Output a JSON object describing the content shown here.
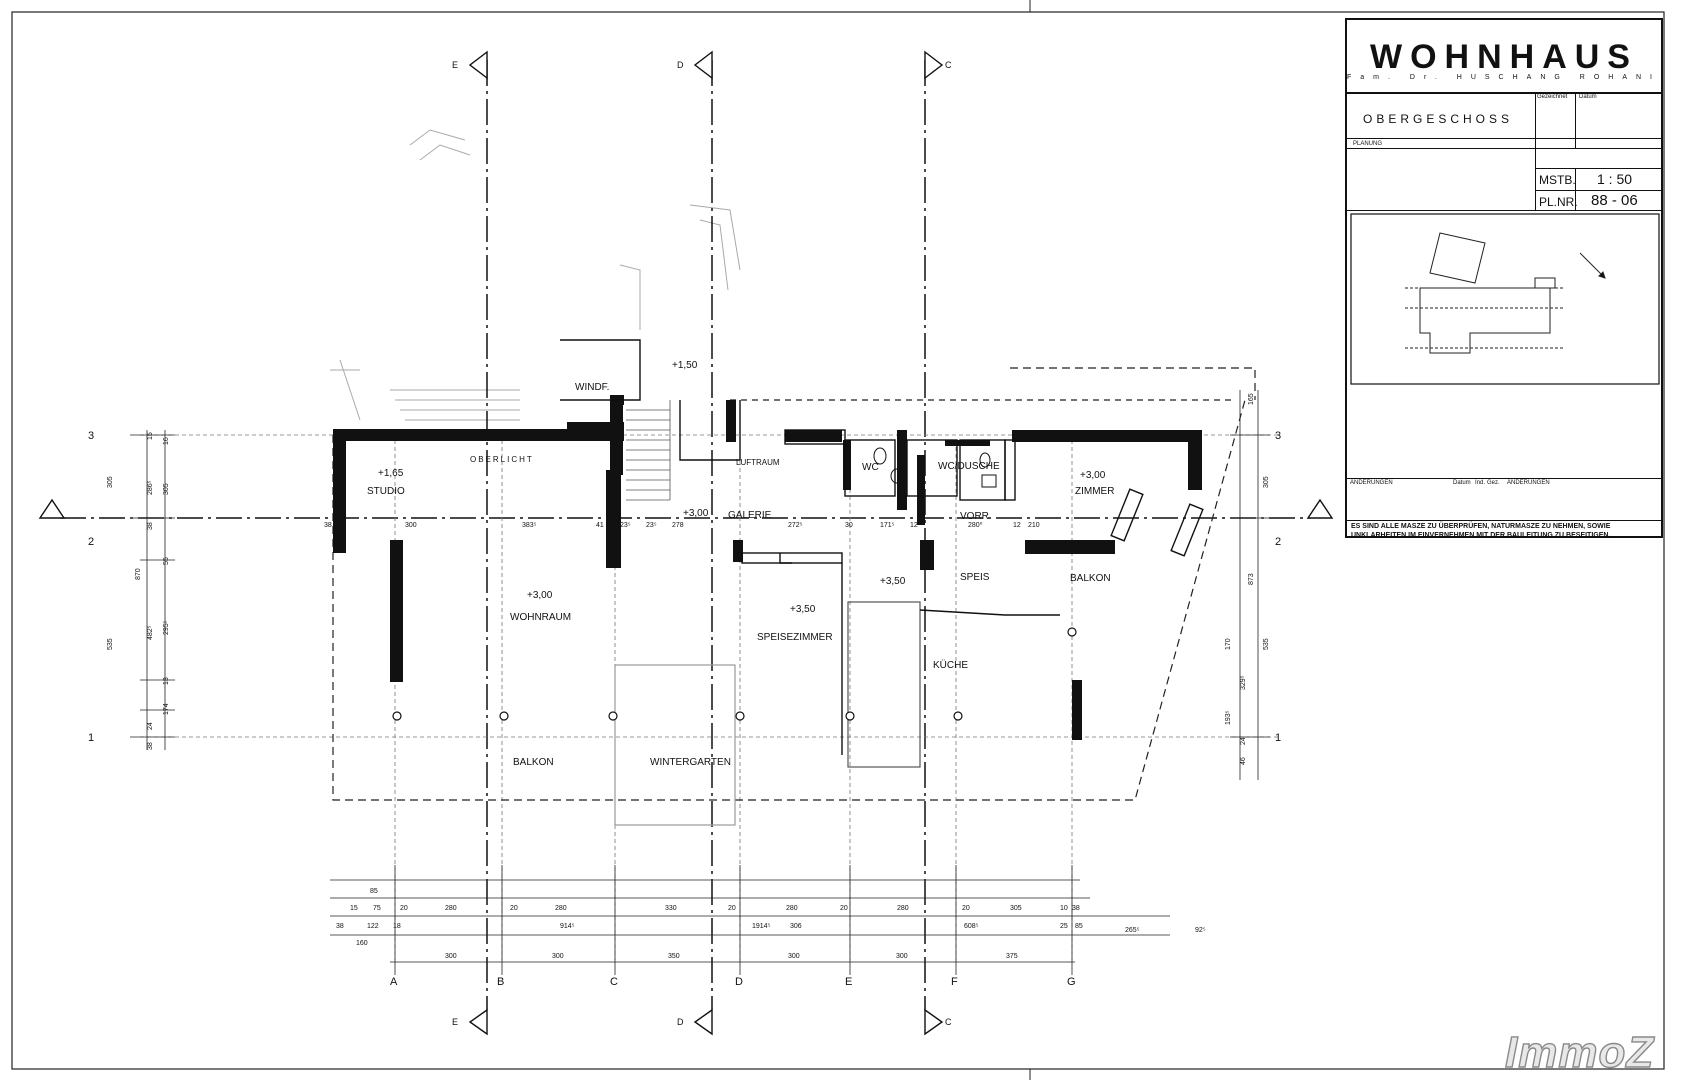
{
  "title_block": {
    "title": "WOHNHAUS",
    "owner": "Fam. Dr. HUSCHANG ROHANI",
    "floor": "OBERGESCHOSS",
    "planung_label": "PLANUNG",
    "gezeichnet_label": "Gezeichnet",
    "datum_label": "Datum",
    "scale_label": "MSTB.",
    "scale_value": "1 : 50",
    "plan_no_label": "PL.NR.",
    "plan_no_value": "88 - 06",
    "changes_label": "ÄNDERUNGEN",
    "changes_datum": "Datum",
    "changes_ind": "Ind.",
    "changes_gez": "Gez.",
    "changes_label2": "ÄNDERUNGEN",
    "note": "ES SIND ALLE MASZE ZU ÜBERPRÜFEN, NATURMASZE ZU NEHMEN, SOWIE UNKLARHEITEN IM EINVERNEHMEN MIT DER BAULEITUNG ZU BESEITIGEN."
  },
  "rooms": {
    "studio": "STUDIO",
    "studio_level": "+1,65",
    "oberlicht": "OBERLICHT",
    "windf": "WINDF.",
    "windf_level": "+1,50",
    "luftraum": "LUFTRAUM",
    "wc": "WC",
    "wc_dusche": "WC/DUSCHE",
    "zimmer": "ZIMMER",
    "zimmer_level": "+3,00",
    "galerie": "GALERIE",
    "galerie_level": "+3,00",
    "vorr": "VORR",
    "wohnraum": "WOHNRAUM",
    "wohnraum_level": "+3,00",
    "speisezimmer": "SPEISEZIMMER",
    "speisezimmer_level": "+3,50",
    "speis_level": "+3,50",
    "speis": "SPEIS",
    "balkon_east": "BALKON",
    "kueche": "KÜCHE",
    "balkon_south": "BALKON",
    "wintergarten": "WINTERGARTEN"
  },
  "axes": {
    "columns": [
      "A",
      "B",
      "C",
      "D",
      "E",
      "F",
      "G"
    ],
    "rows": [
      "1",
      "2",
      "3"
    ],
    "sections": [
      "E",
      "D",
      "C",
      "C",
      "D",
      "E"
    ]
  },
  "dims_top_row": [
    "38",
    "300",
    "383⁵",
    "41",
    "23⁵",
    "23⁵",
    "278",
    "272⁵",
    "30",
    "171⁵",
    "12",
    "280⁰",
    "12",
    "210"
  ],
  "dims_bottom_row1": [
    "85"
  ],
  "dims_bottom_row2": [
    "15",
    "75",
    "20",
    "280",
    "20",
    "280",
    "330",
    "20",
    "280",
    "20",
    "280",
    "20",
    "305",
    "10",
    "38"
  ],
  "dims_bottom_row3": [
    "38",
    "122",
    "18",
    "914⁵",
    "1914⁵",
    "306",
    "608⁵",
    "25",
    "85",
    "265⁵",
    "92⁵"
  ],
  "dims_bottom_row4": [
    "160"
  ],
  "dims_axis_row": [
    "300",
    "300",
    "350",
    "300",
    "300",
    "375"
  ],
  "dims_left": [
    "305",
    "286⁵",
    "305",
    "870",
    "535",
    "482⁵",
    "295⁵",
    "15",
    "16",
    "38",
    "55",
    "13",
    "174",
    "24",
    "38"
  ],
  "dims_right": [
    "165",
    "305",
    "873",
    "535",
    "170",
    "329⁵",
    "193⁵",
    "24",
    "46"
  ],
  "logo": "ImmoZ"
}
